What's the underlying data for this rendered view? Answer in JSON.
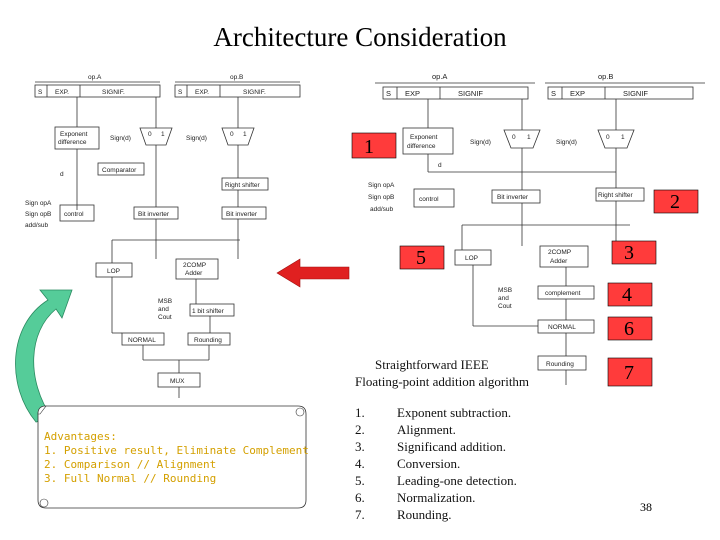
{
  "title": "Architecture Consideration",
  "left_diagram": {
    "opA": "op.A",
    "opB": "op.B",
    "S": "S",
    "EXP": "EXP.",
    "SIGNIF": "SIGNIF.",
    "exp_diff": [
      "Exponent",
      "difference"
    ],
    "sign_d": "Sign(d)",
    "zero": "0",
    "one": "1",
    "signd2": "Sign(d)",
    "comparator": "Comparator",
    "d": "d",
    "right_shifter": "Right shifter",
    "sign_opA": "Sign opA",
    "sign_opB": "Sign opB",
    "add_sub": "add/sub",
    "control": "control",
    "bit_inverter1": "Bit inverter",
    "bit_inverter2": "Bit inverter",
    "lop": "LOP",
    "adder": [
      "2COMP",
      "Adder"
    ],
    "msb": [
      "MSB",
      "and",
      "Cout"
    ],
    "one_bit_shifter": "1 bit shifter",
    "normal": "NORMAL",
    "rounding": "Rounding",
    "mux": "MUX"
  },
  "right_diagram": {
    "opA": "op.A",
    "opB": "op.B",
    "S": "S",
    "EXP": "EXP",
    "SIGNIF": "SIGNIF",
    "exp_diff": [
      "Exponent",
      "difference"
    ],
    "sign_d": "Sign(d)",
    "sign_d2": "Sign(d)",
    "zero": "0",
    "one": "1",
    "d": "d",
    "sign_opA": "Sign opA",
    "sign_opB": "Sign opB",
    "add_sub": "add/sub",
    "control": "control",
    "bit_inverter": "Bit inverter",
    "right_shifter": "Right shifter",
    "lop": "LOP",
    "adder": [
      "2COMP",
      "Adder"
    ],
    "msb": [
      "MSB",
      "and",
      "Cout"
    ],
    "complement": "complement",
    "normal": "NORMAL",
    "rounding": "Rounding"
  },
  "markers": [
    "1",
    "2",
    "3",
    "4",
    "5",
    "6",
    "7"
  ],
  "caption": [
    "Straightforward IEEE",
    "Floating-point addition algorithm"
  ],
  "steps": [
    {
      "num": "1.",
      "text": "Exponent subtraction."
    },
    {
      "num": "2.",
      "text": "Alignment."
    },
    {
      "num": "3.",
      "text": "Significand addition."
    },
    {
      "num": "4.",
      "text": "Conversion."
    },
    {
      "num": "5.",
      "text": "Leading-one detection."
    },
    {
      "num": "6.",
      "text": "Normalization."
    },
    {
      "num": "7.",
      "text": "Rounding."
    }
  ],
  "advantages": [
    "Advantages:",
    "1. Positive result, Eliminate Complement",
    "2. Comparison // Alignment",
    "3. Full Normal //  Rounding"
  ],
  "page_number": "38",
  "colors": {
    "marker_fill": "#ff3b3b",
    "arrow_red": "#e02020",
    "arrow_green": "#55cc99",
    "advantages_text": "#d4a000"
  }
}
